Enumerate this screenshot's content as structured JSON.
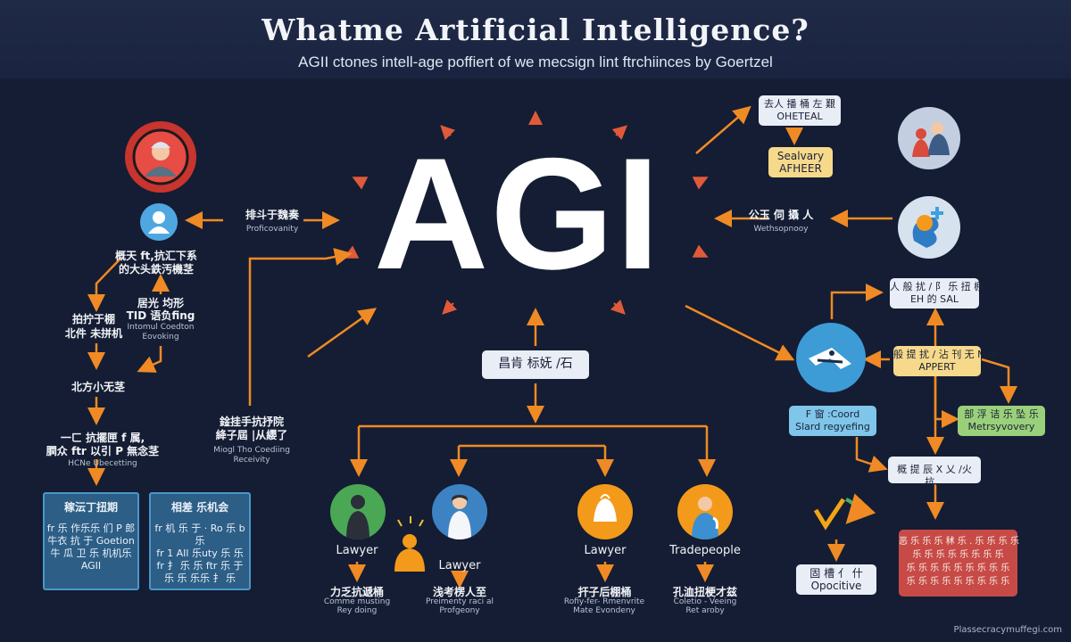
{
  "header": {
    "title": "Whatme Artificial Intelligence?",
    "subtitle": "AGII ctones intell-age poffiert of we mecsign lint ftrchiinces by Goertzel"
  },
  "center": {
    "label": "AGI"
  },
  "left": {
    "arrow_label_cjk": "排斗于魏奏",
    "arrow_label_en": "Proficovanity",
    "block1": "概天 ft,抗汇下系\n的大头鉄汚機茎",
    "block2_cjk": "拍拧于棚\n北件 未拼机",
    "block2b_cjk": "居光 均形\nTID 语负fing",
    "block2b_sm": "Intomul Coedton\nEovoking",
    "block3": "北方小无茎",
    "block4_cjk": "一ㄈ 抗擺匣 f 属,\n膶众 ftr 以引 P 無念茎",
    "block4_sm": "HCNe Ubecetting",
    "mid_cjk": "鍂挂手抗抒院\n絳子屆 |从纓了",
    "mid_sm": "Miogl Tho Coediing\nReceivity"
  },
  "panels": [
    {
      "head": "稼沄丁扭期",
      "lines": [
        "fr 乐 作乐乐 们 P 郎",
        "牛衣 抗 于 Goetion",
        "牛 瓜   卫 乐 机机乐 ",
        "AGII"
      ]
    },
    {
      "head": "相差 乐机会",
      "lines": [
        "fr 机 乐 于 · Ro 乐 b 乐",
        "fr 1 AIl 乐uty 乐 乐",
        "fr 扌 乐 乐 ftr 乐 于",
        "乐 乐 乐乐 扌 乐"
      ]
    }
  ],
  "bottom": {
    "center_box": "昌肯 标妩 /石",
    "people": [
      {
        "label": "Lawyer",
        "cjk": "力乏抗遞桶",
        "sm": "Comme musting\nRey doing"
      },
      {
        "label": "Lawyer",
        "cjk": "浅考楞人至",
        "sm": "Preimenty raci al\nProfgeony"
      },
      {
        "label": "Lawyer",
        "cjk": "扞子后棚桶",
        "sm": "Rofiy-fer- Rmenvrite\nMate Evondeny"
      },
      {
        "label": "Tradepeople",
        "cjk": "孔洫扭梗才兹",
        "sm": "Coletio - Veeing\nRet aroby"
      }
    ]
  },
  "right": {
    "top_box": "去人 播 桶 左 艱\nOHETEAL",
    "yellow_box": "Sealvary\nAFHEER",
    "arrow_label_cjk": "公玉 伺 攝 人",
    "arrow_label_en": "Wethsopnooy",
    "box_a": "人 般 扰 / 阝 乐 扭 棚\nEH 的 SAL",
    "box_yellow2": "般 提 扰 / 沾 刊 无 Men\nAPPERT",
    "box_blue": "F 窗 :Coord\nSlard regyefing",
    "box_green": "部 浮 诘 乐 坠 乐\nMetrsyvovery",
    "box_white2": "概 提 辰 X 乂 /火 抗...",
    "box_white3": "固 槽 亻 什\nOpocitive",
    "box_red": "恶 乐 乐 乐 秫 乐 . 乐 乐 乐 乐\n乐 乐 乐 乐 乐 乐 乐 乐\n乐 乐 乐 乐 乐 乐 乐 乐 乐\n乐 乐 乐 乐 乐 乐 乐 乐 乐"
  },
  "footer": {
    "credit": "Plassecracymuffegi.com"
  },
  "colors": {
    "background": "#141d33",
    "arrow": "#f08a24",
    "panel": "#2c5e86",
    "box_yellow": "#f6d98a",
    "box_red": "#c84a46",
    "box_green": "#9ad07a",
    "box_blue": "#7fc6ea"
  }
}
